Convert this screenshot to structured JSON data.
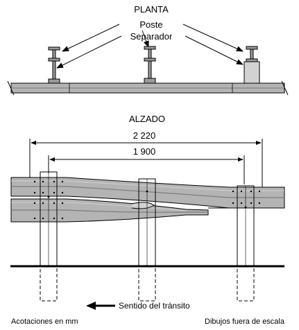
{
  "plan": {
    "title": "PLANTA",
    "post_label": "Poste",
    "spacer_label": "Separador"
  },
  "elevation": {
    "title": "ALZADO",
    "dim_outer": "2 220",
    "dim_inner": "1 900"
  },
  "direction_label": "Sentido del tránsito",
  "footer": {
    "units_note": "Acotaciones en mm",
    "scale_note": "Dibujos fuera de escala"
  },
  "colors": {
    "rail_fill": "#b4b4b4",
    "rail_dark": "#8c8c8c",
    "spacer_fill": "#d2d2d2",
    "line": "#000000"
  }
}
